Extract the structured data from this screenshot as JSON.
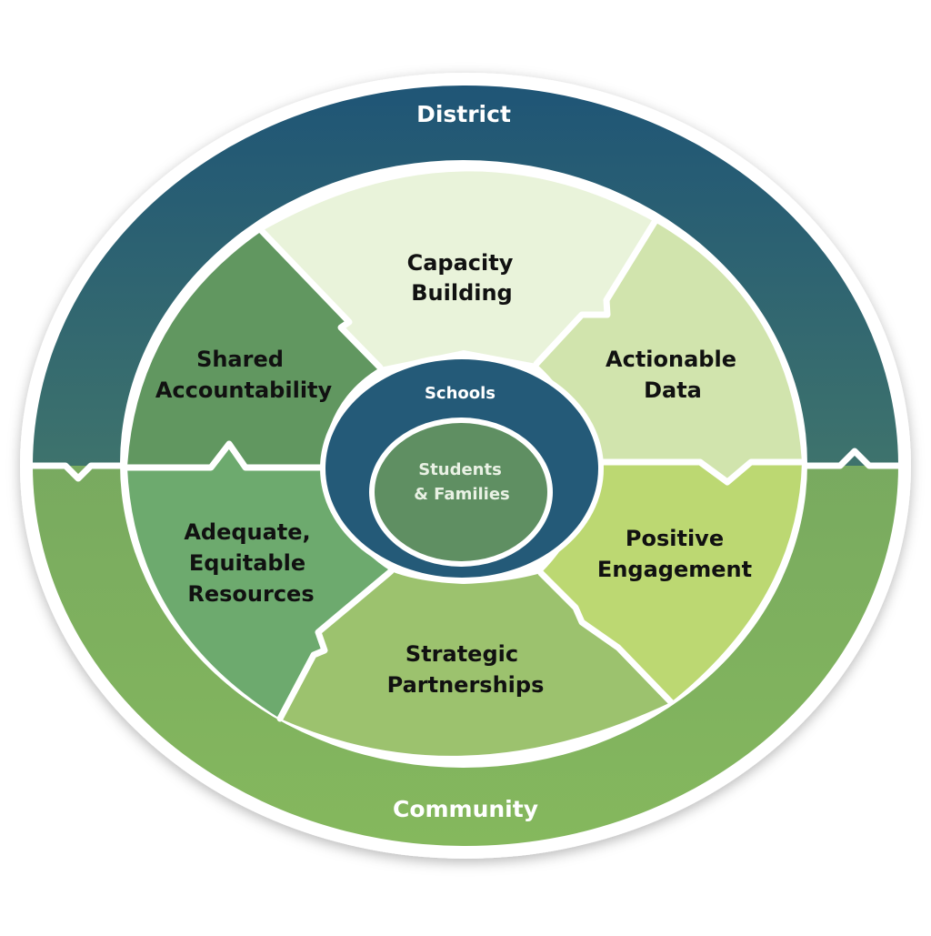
{
  "outer_ring": {
    "top_label": "District",
    "bottom_label": "Community"
  },
  "segments": [
    {
      "id": "capacity-building",
      "lines": [
        "Capacity",
        "Building"
      ]
    },
    {
      "id": "actionable-data",
      "lines": [
        "Actionable",
        "Data"
      ]
    },
    {
      "id": "positive-engagement",
      "lines": [
        "Positive",
        "Engagement"
      ]
    },
    {
      "id": "strategic-partnerships",
      "lines": [
        "Strategic",
        "Partnerships"
      ]
    },
    {
      "id": "adequate-equitable-resources",
      "lines": [
        "Adequate,",
        "Equitable",
        "Resources"
      ]
    },
    {
      "id": "shared-accountability",
      "lines": [
        "Shared",
        "Accountability"
      ]
    }
  ],
  "center": {
    "schools_label": "Schools",
    "inner_lines": [
      "Students",
      "& Families"
    ]
  },
  "colors": {
    "district_top": "#1f5576",
    "district_bottom": "#5d9163",
    "community_top": "#6c9c62",
    "community_bottom": "#85b85d",
    "capacity_building": "#e9f3da",
    "actionable_data": "#d1e4ad",
    "positive_engagement": "#bcd872",
    "strategic_partnerships": "#9cc26e",
    "adequate_resources": "#6daa6e",
    "shared_accountability": "#619760",
    "schools_ring": "#245a78",
    "inner_circle": "#5f8f62"
  }
}
